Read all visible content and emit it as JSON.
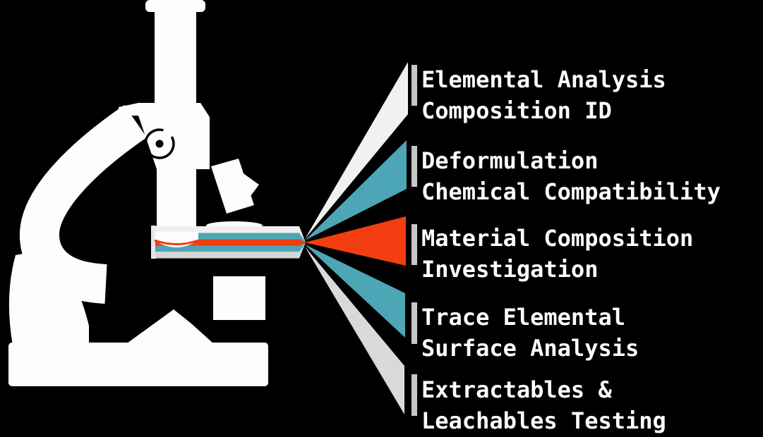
{
  "background_color": "#000000",
  "text_color": "#fdfdfd",
  "connector_bar_color": "#c7c7c7",
  "microscope": {
    "color": "#fdfdfd",
    "knob_color": "#000000"
  },
  "stage": {
    "stripe_colors": [
      "#efefef",
      "#4da6b6",
      "#f23d10",
      "#4da6b6",
      "#d6d6d6"
    ],
    "lens_line_color": "#f23d10",
    "edge_color": "#e6e6e6"
  },
  "rays": [
    {
      "color": "#f1f1f1",
      "label_line1": "Elemental Analysis",
      "label_line2": "Composition ID"
    },
    {
      "color": "#4da6b6",
      "label_line1": "Deformulation",
      "label_line2": "Chemical Compatibility"
    },
    {
      "color": "#f23d10",
      "label_line1": "Material Composition",
      "label_line2": "Investigation"
    },
    {
      "color": "#4da6b6",
      "label_line1": "Trace Elemental",
      "label_line2": "Surface Analysis"
    },
    {
      "color": "#d9d9d9",
      "label_line1": "Extractables &",
      "label_line2": "Leachables Testing"
    }
  ]
}
